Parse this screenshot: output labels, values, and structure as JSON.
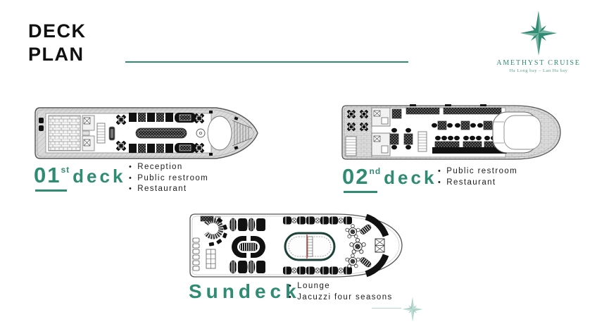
{
  "page": {
    "title_line1": "DECK",
    "title_line2": "PLAN"
  },
  "logo": {
    "name": "AMETHYST CRUISE",
    "tagline": "Ha Long bay – Lan Ha bay"
  },
  "colors": {
    "accent": "#2F8C72",
    "accent_light": "#A9CFC5",
    "text": "#111111"
  },
  "decks": [
    {
      "id": "deck-01",
      "number": "01",
      "ordinal": "st",
      "word": "deck",
      "features": [
        "Reception",
        "Public restroom",
        "Restaurant"
      ]
    },
    {
      "id": "deck-02",
      "number": "02",
      "ordinal": "nd",
      "word": "deck",
      "features": [
        "Public restroom",
        "Restaurant"
      ]
    },
    {
      "id": "sundeck",
      "label": "Sundeck",
      "features": [
        "Lounge",
        "Jacuzzi four seasons"
      ]
    }
  ]
}
